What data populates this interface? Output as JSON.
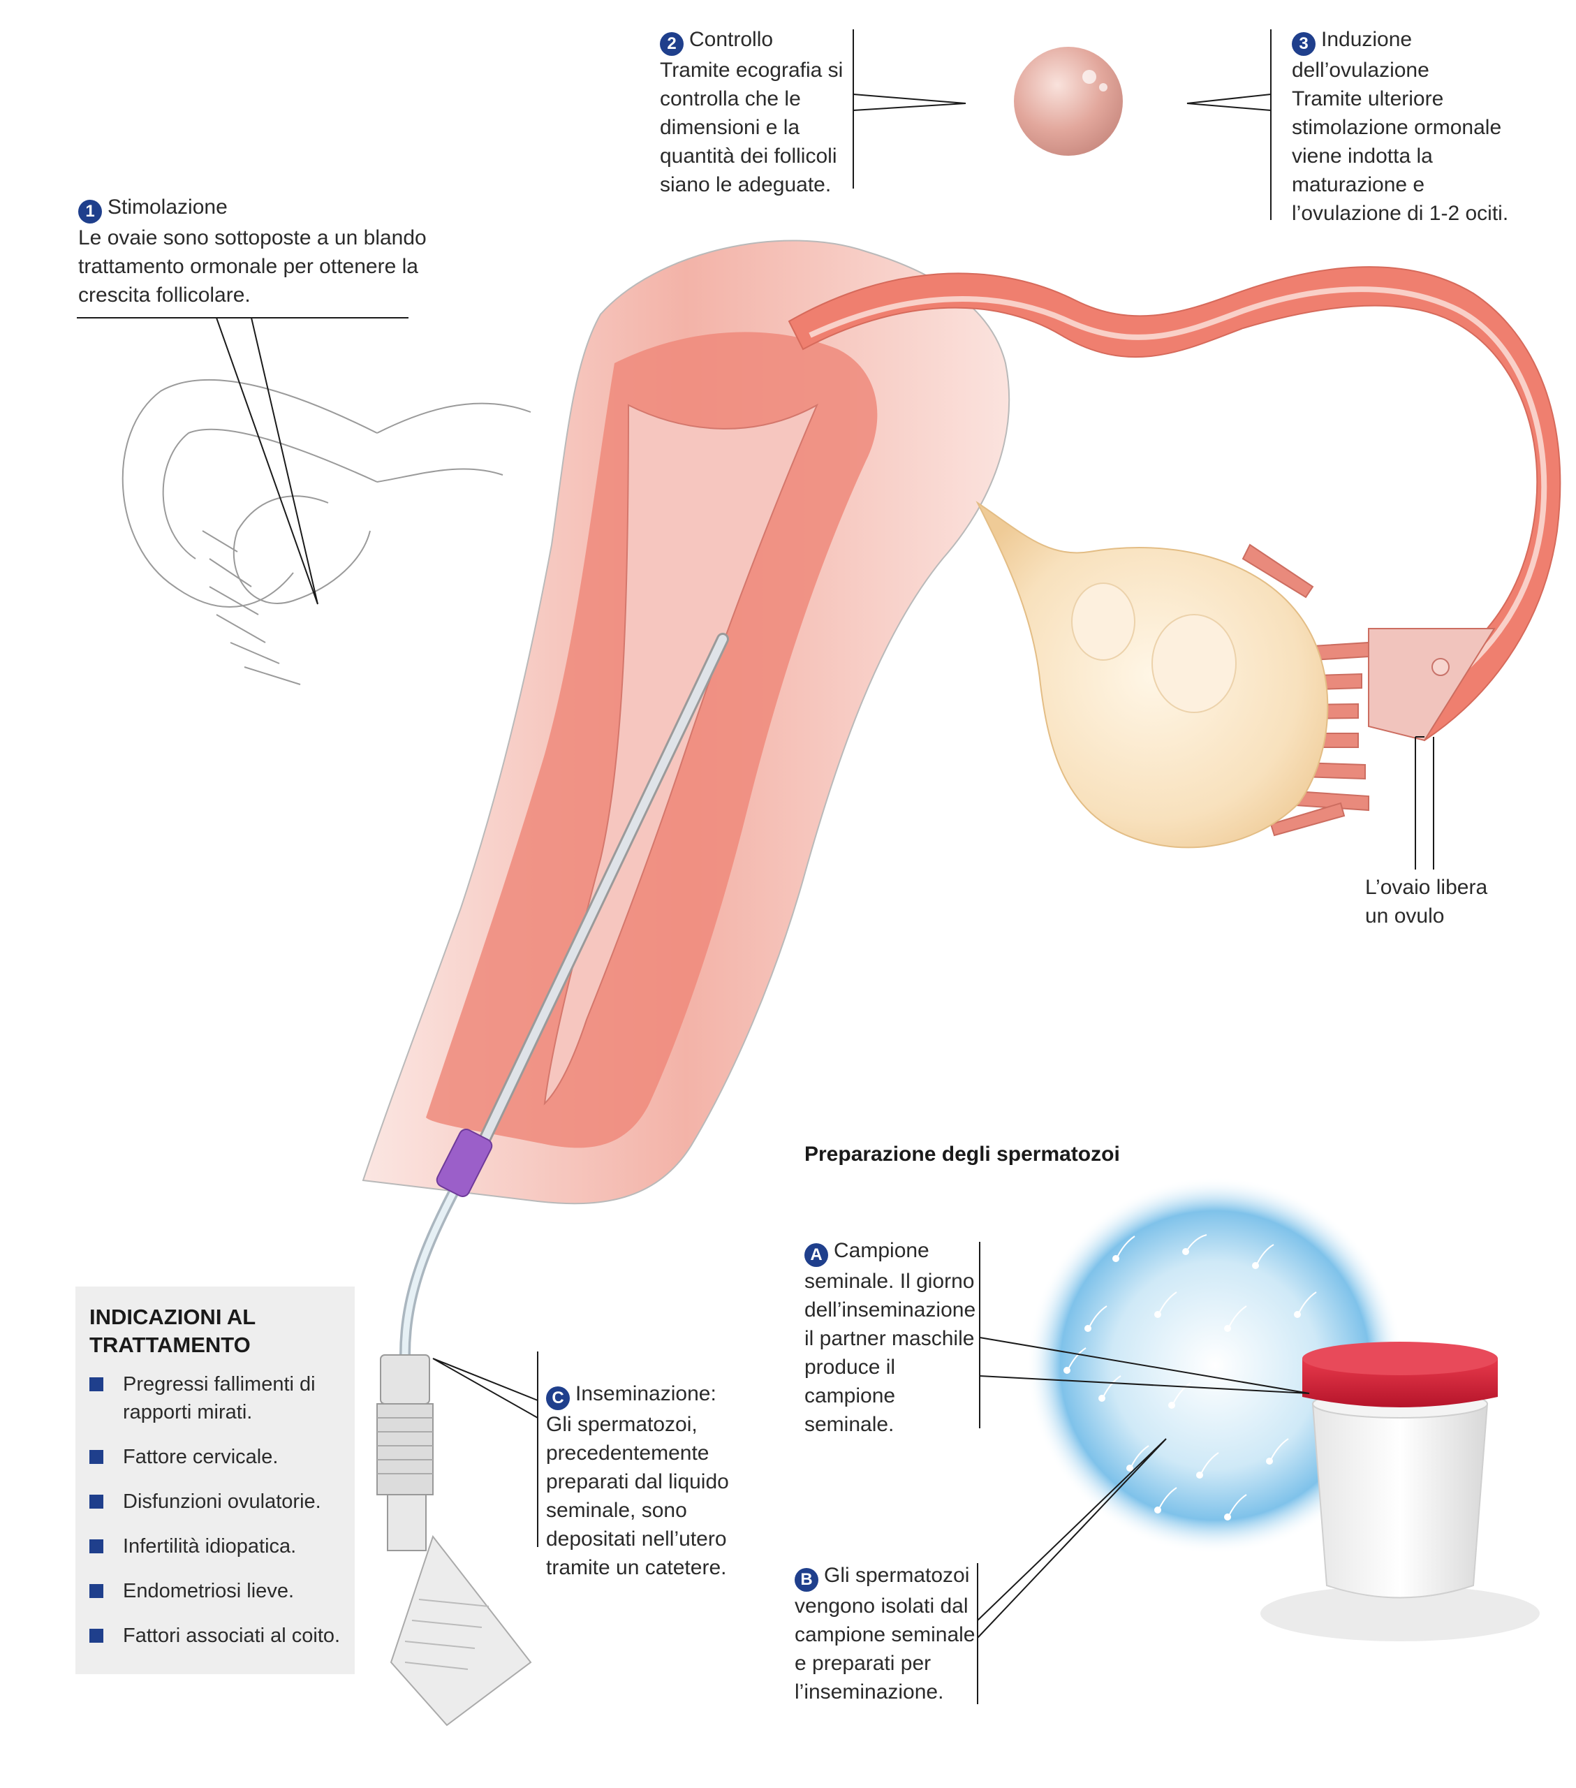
{
  "steps": {
    "stimolazione": {
      "badge": "1",
      "title": "Stimolazione",
      "lines": [
        "Le ovaie sono sottoposte a un blando",
        "trattamento ormonale per ottenere la",
        "crescita follicolare."
      ]
    },
    "controllo": {
      "badge": "2",
      "title": "Controllo",
      "lines": [
        "Tramite ecografia si",
        "controlla che le",
        "dimensioni e la",
        "quantità dei follicoli",
        "siano le adeguate."
      ]
    },
    "induzione": {
      "badge": "3",
      "title_lines": [
        "Induzione",
        "dell’ovulazione"
      ],
      "lines": [
        "Tramite ulteriore",
        "stimolazione ormonale",
        "viene indotta la",
        "maturazione e",
        "l’ovulazione di 1-2 ociti."
      ]
    }
  },
  "ovulo_label": [
    "L’ovaio libera",
    "un ovulo"
  ],
  "inseminazione": {
    "badge": "C",
    "lines": [
      "Inseminazione:",
      "Gli spermatozoi,",
      "precedentemente",
      "preparati dal liquido",
      "seminale, sono",
      "depositati nell’utero",
      "tramite un catetere."
    ]
  },
  "preparazione": {
    "title": "Preparazione degli spermatozoi",
    "a": {
      "badge": "A",
      "lines": [
        "Campione",
        "seminale. Il giorno",
        "dell’inseminazione",
        "il partner maschile",
        "produce il",
        "campione",
        "seminale."
      ]
    },
    "b": {
      "badge": "B",
      "lines": [
        "Gli spermatozoi",
        "vengono isolati dal",
        "campione seminale",
        "e preparati per",
        "l’inseminazione."
      ]
    }
  },
  "indicazioni": {
    "title_lines": [
      "INDICAZIONI AL",
      "TRATTAMENTO"
    ],
    "items": [
      "Pregressi fallimenti di rapporti mirati.",
      "Fattore cervicale.",
      "Disfunzioni ovulatorie.",
      "Infertilità idiopatica.",
      "Endometriosi lieve.",
      "Fattori associati al coito."
    ]
  },
  "colors": {
    "accent_blue": "#1f3f8c",
    "tissue": "#ef7f6f",
    "tissue_light": "#f7c8c0",
    "cap_red": "#d61f36",
    "catheter_purple": "#9b5fc9"
  }
}
